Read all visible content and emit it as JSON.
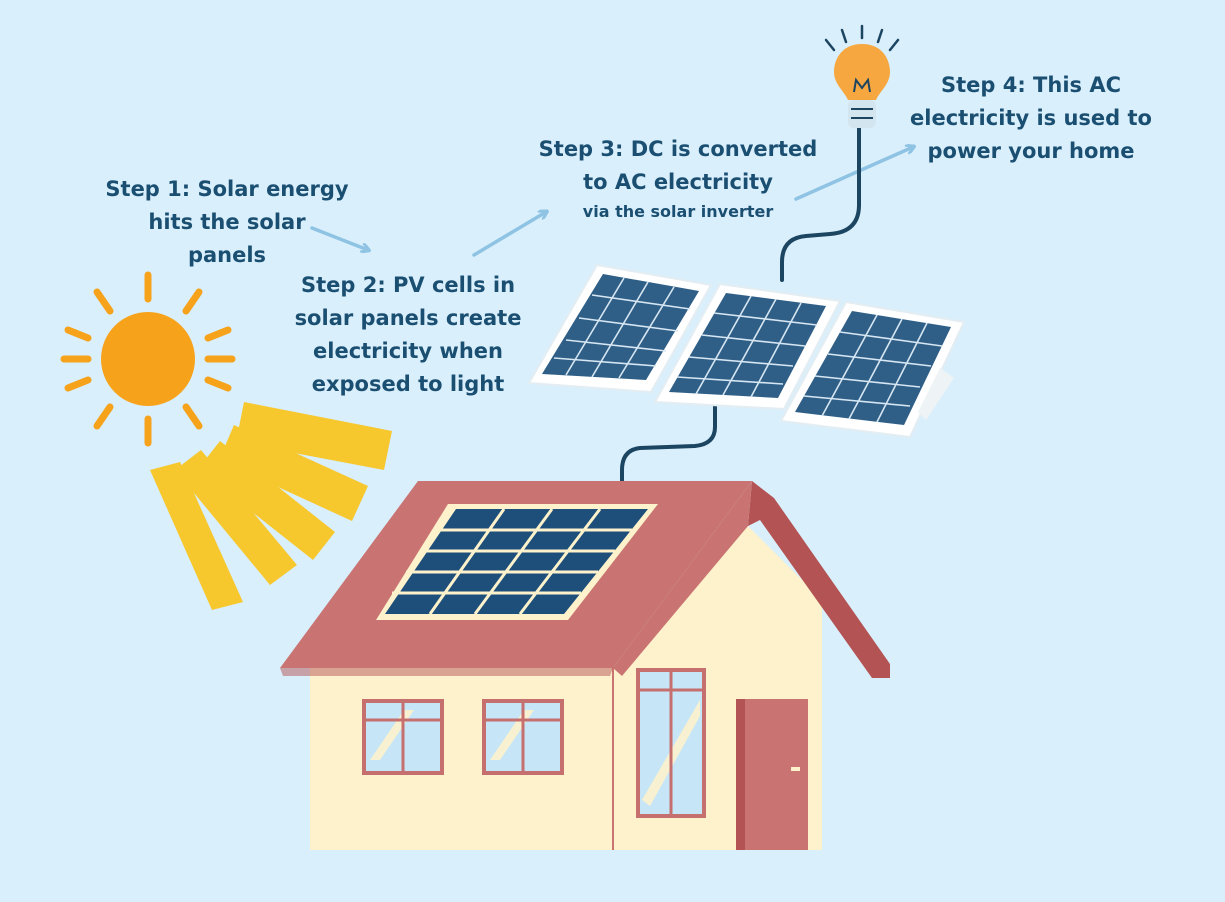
{
  "steps": [
    {
      "lines": [
        "Step 1: Solar energy",
        "hits the solar",
        "panels"
      ]
    },
    {
      "lines": [
        "Step 2: PV cells in",
        "solar panels create",
        "electricity when",
        "exposed to light"
      ]
    },
    {
      "lines": [
        "Step 3: DC is converted",
        "to AC electricity"
      ],
      "subline": "via the solar inverter"
    },
    {
      "lines": [
        "Step 4: This AC",
        "electricity is used to",
        "power your home"
      ]
    }
  ],
  "colors": {
    "background": "#d9effc",
    "text": "#1b4f72",
    "arrow": "#8fc3e3",
    "sun": "#f7a21b",
    "rays": "#f7c72e",
    "roof": "#c97472",
    "roof_dark": "#b35353",
    "wall": "#fdf2cc",
    "panel": "#1e4f7a",
    "window_frame": "#c66f6f",
    "window_glass": "#c6e6f7",
    "door": "#c97472",
    "cable": "#1c4561",
    "bulb": "#f7a740"
  },
  "icons": [
    "sun-icon",
    "light-bulb-icon",
    "solar-panel-icon",
    "house-icon",
    "arrow-icon"
  ]
}
